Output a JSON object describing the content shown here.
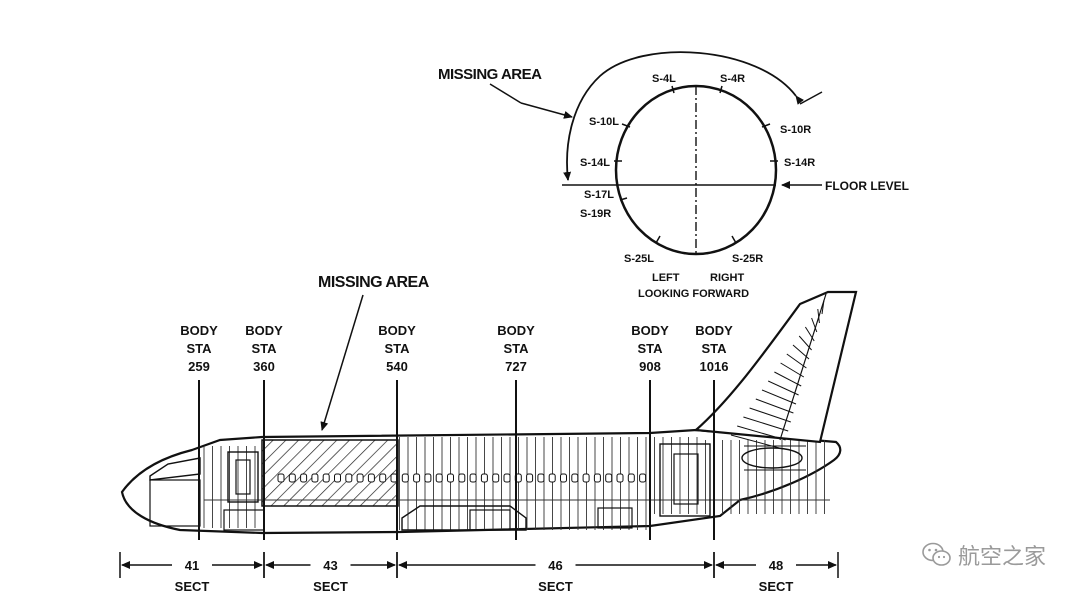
{
  "cross_section": {
    "missing_area_label": "MISSING AREA",
    "stringers_left": [
      "S-4L",
      "S-10L",
      "S-14L",
      "S-17L",
      "S-19R",
      "S-25L"
    ],
    "stringers_right": [
      "S-4R",
      "S-10R",
      "S-14R",
      "S-25R"
    ],
    "floor_level_label": "FLOOR LEVEL",
    "left_label": "LEFT",
    "right_label": "RIGHT",
    "looking_forward_label": "LOOKING FORWARD"
  },
  "side_view": {
    "missing_area_label": "MISSING AREA",
    "stations": [
      {
        "line1": "BODY",
        "line2": "STA",
        "value": "259"
      },
      {
        "line1": "BODY",
        "line2": "STA",
        "value": "360"
      },
      {
        "line1": "BODY",
        "line2": "STA",
        "value": "540"
      },
      {
        "line1": "BODY",
        "line2": "STA",
        "value": "727"
      },
      {
        "line1": "BODY",
        "line2": "STA",
        "value": "908"
      },
      {
        "line1": "BODY",
        "line2": "STA",
        "value": "1016"
      }
    ],
    "sections": [
      {
        "number": "41",
        "label": "SECT"
      },
      {
        "number": "43",
        "label": "SECT"
      },
      {
        "number": "46",
        "label": "SECT"
      },
      {
        "number": "48",
        "label": "SECT"
      }
    ]
  },
  "watermark": {
    "text": "航空之家",
    "icon": "wechat-icon"
  }
}
